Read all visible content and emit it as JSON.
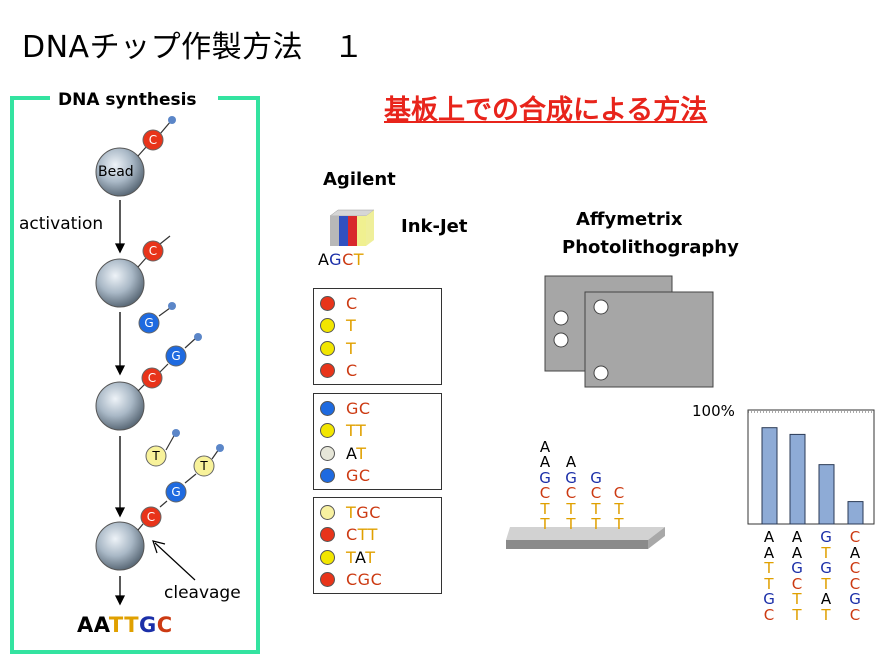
{
  "title": "DNAチップ作製方法　１",
  "subtitle": "基板上での合成による方法",
  "colors": {
    "A": "#000000",
    "G": "#1b2fa8",
    "C": "#cc3a12",
    "T": "#e0a000",
    "frame": "#33e3a0"
  },
  "synthesis": {
    "heading": "DNA synthesis",
    "bead_label": "Bead",
    "activation_label": "activation",
    "cleavage_label": "cleavage",
    "bases": {
      "c1": "C",
      "c2": "C",
      "g1": "G",
      "g2": "G",
      "c3": "C",
      "t1": "T",
      "t2": "T",
      "g3": "G",
      "c4": "C"
    },
    "result": [
      "A",
      "A",
      "T",
      "T",
      "G",
      "C"
    ]
  },
  "agilent": {
    "heading": "Agilent",
    "inkjet_label": "Ink-Jet",
    "cartridge_letters": [
      "A",
      "G",
      "C",
      "T"
    ],
    "groups": [
      [
        {
          "dot": "#e8341a",
          "seq": "C"
        },
        {
          "dot": "#f2e600",
          "seq": "T"
        },
        {
          "dot": "#f2e600",
          "seq": "T"
        },
        {
          "dot": "#e8341a",
          "seq": "C"
        }
      ],
      [
        {
          "dot": "#1e6ae0",
          "seq": "GC"
        },
        {
          "dot": "#f2e600",
          "seq": "TT"
        },
        {
          "dot": "#e6e6d8",
          "seq": "AT"
        },
        {
          "dot": "#1e6ae0",
          "seq": "GC"
        }
      ],
      [
        {
          "dot": "#f8f1a0",
          "seq": "TGC"
        },
        {
          "dot": "#e8341a",
          "seq": "CTT"
        },
        {
          "dot": "#f2e600",
          "seq": "TAT"
        },
        {
          "dot": "#e8341a",
          "seq": "CGC"
        }
      ]
    ]
  },
  "affymetrix": {
    "heading": "Affymetrix",
    "method": "Photolithography",
    "strands": [
      [
        "A",
        "A",
        "G",
        "C",
        "T",
        "T"
      ],
      [
        "A",
        "G",
        "C",
        "T",
        "T"
      ],
      [
        "G",
        "C",
        "T",
        "T"
      ],
      [
        "C",
        "T",
        "T"
      ]
    ],
    "percent_label": "100%",
    "chart_data": {
      "type": "bar",
      "ylim": [
        0,
        100
      ],
      "values": [
        86,
        80,
        53,
        20
      ],
      "categories": [
        [
          "A",
          "A",
          "T",
          "T",
          "G",
          "C"
        ],
        [
          "A",
          "A",
          "G",
          "C",
          "T",
          "T"
        ],
        [
          "G",
          "T",
          "G",
          "T",
          "A",
          "T"
        ],
        [
          "C",
          "A",
          "C",
          "C",
          "G",
          "C"
        ]
      ]
    }
  }
}
